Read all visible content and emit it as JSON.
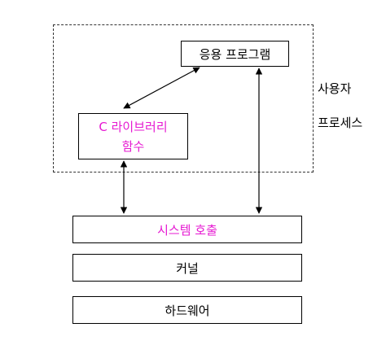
{
  "diagram": {
    "region_label_line1": "사용자",
    "region_label_line2": "프로세스",
    "app_program": "응용 프로그램",
    "c_library_line1": "C 라이브러리",
    "c_library_line2": "함수",
    "system_call": "시스템 호출",
    "kernel": "커널",
    "hardware": "하드웨어"
  },
  "colors": {
    "highlight_text": "#e61ad2",
    "lines": "#000000"
  }
}
